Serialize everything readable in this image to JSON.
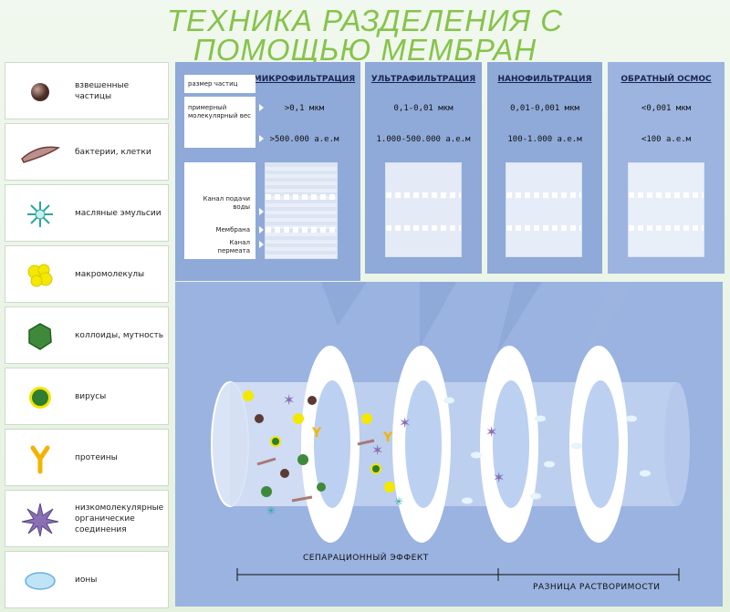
{
  "title": {
    "line1": "ТЕХНИКА РАЗДЕЛЕНИЯ С",
    "line2": "ПОМОЩЬЮ МЕМБРАН"
  },
  "legend": [
    {
      "icon": "suspended-particle-icon",
      "label": "взвешенные частицы"
    },
    {
      "icon": "bacteria-icon",
      "label": "бактерии, клетки"
    },
    {
      "icon": "oil-emulsion-icon",
      "label": "масляные эмульсии"
    },
    {
      "icon": "macromolecule-icon",
      "label": "макромолекулы"
    },
    {
      "icon": "colloid-icon",
      "label": "коллоиды, мутность"
    },
    {
      "icon": "virus-icon",
      "label": "вирусы"
    },
    {
      "icon": "protein-icon",
      "label": "протеины"
    },
    {
      "icon": "organic-compound-icon",
      "label": "низкомолекулярные органические соединения"
    },
    {
      "icon": "ion-icon",
      "label": "ионы"
    }
  ],
  "row_labels": {
    "size": "размер частиц",
    "weight": "примерный молекулярный вес",
    "feed": "Канал подачи воды",
    "membrane": "Мембрана",
    "permeate": "Канал пермеата"
  },
  "processes": [
    {
      "name": "МИКРОФИЛЬТРАЦИЯ",
      "size": ">0,1 мкм",
      "weight": ">500.000 а.е.м"
    },
    {
      "name": "УЛЬТРАФИЛЬТРАЦИЯ",
      "size": "0,1-0,01 мкм",
      "weight": "1.000-500.000 а.е.м"
    },
    {
      "name": "НАНОФИЛЬТРАЦИЯ",
      "size": "0,01-0,001 мкм",
      "weight": "100-1.000 а.е.м"
    },
    {
      "name": "ОБРАТНЫЙ ОСМОС",
      "size": "<0,001 мкм",
      "weight": "<100 а.е.м"
    }
  ],
  "captions": {
    "separation": "СЕПАРАЦИОННЫЙ ЭФФЕКТ",
    "solubility": "РАЗНИЦА РАСТВОРИМОСТИ"
  },
  "colors": {
    "title": "#86c34a",
    "panel": "#8fa9d8",
    "panel_light": "#9db4e0",
    "bottom": "#9ab3e1"
  }
}
